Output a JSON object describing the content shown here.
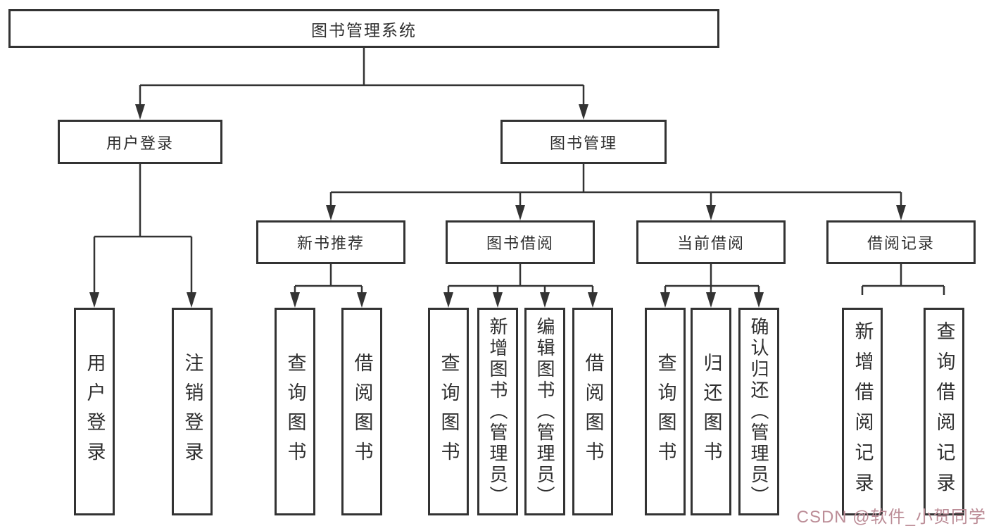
{
  "root": {
    "label": "图书管理系统"
  },
  "branches": {
    "user_login": {
      "label": "用户登录",
      "children": [
        {
          "label": "用户登录"
        },
        {
          "label": "注销登录"
        }
      ]
    },
    "book_mgmt": {
      "label": "图书管理",
      "children": [
        {
          "label": "新书推荐",
          "children": [
            {
              "label": "查询图书"
            },
            {
              "label": "借阅图书"
            }
          ]
        },
        {
          "label": "图书借阅",
          "children": [
            {
              "label": "查询图书"
            },
            {
              "label": "新增图书（管理员）"
            },
            {
              "label": "编辑图书（管理员）"
            },
            {
              "label": "借阅图书"
            }
          ]
        },
        {
          "label": "当前借阅",
          "children": [
            {
              "label": "查询图书"
            },
            {
              "label": "归还图书"
            },
            {
              "label": "确认归还（管理员）"
            }
          ]
        },
        {
          "label": "借阅记录",
          "children": [
            {
              "label": "新增借阅记录"
            },
            {
              "label": "查询借阅记录"
            }
          ]
        }
      ]
    }
  },
  "watermark": {
    "text": "CSDN @软件_小贺同学",
    "color": "#bc8d97"
  },
  "colors": {
    "line": "#333333",
    "box_border": "#333333",
    "box_fill": "#ffffff",
    "text": "#2f2f2f",
    "background": "#ffffff"
  }
}
